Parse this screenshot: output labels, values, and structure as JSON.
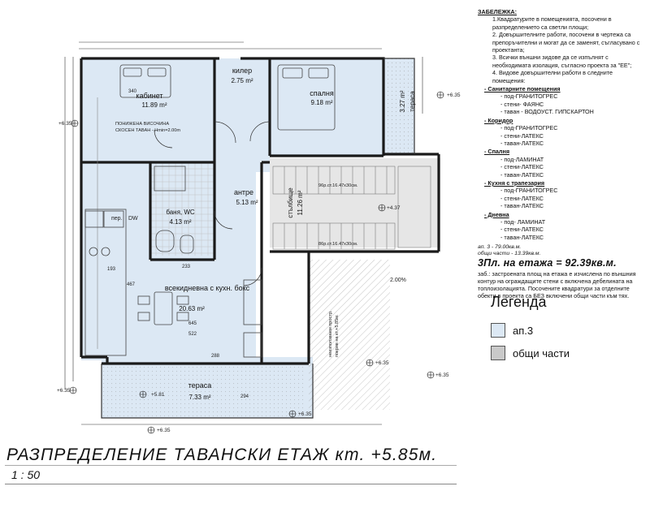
{
  "notes": {
    "heading": "ЗАБЕЛЕЖКА:",
    "items": [
      "1.Квадратурите в помещенията, посочени в разпределението са светли площи;",
      "2. Довършителните работи, посочени в чертежа са препоръчителни и могат да се заменят, съгласувано с проектанта;",
      "3. Всички външни зидове да се изпълнят с необходимата изолация, съгласно проекта за \"ЕЕ\";",
      "4. Видове довършителни работи в следните помещения:"
    ],
    "sections": [
      {
        "name": "- Санитарните помещения",
        "lines": [
          "- под-ГРАНИТОГРЕС",
          "- стени- ФАЯНС",
          "- таван - ВОДОУСТ. ГИПСКАРТОН"
        ]
      },
      {
        "name": "- Коридор",
        "lines": [
          "- под-ГРАНИТОГРЕС",
          "- стени-ЛАТЕКС",
          "- таван-ЛАТЕКС"
        ]
      },
      {
        "name": "- Спалня",
        "lines": [
          "- под-ЛАМИНАТ",
          "- стени-ЛАТЕКС",
          "- таван-ЛАТЕКС"
        ]
      },
      {
        "name": "- Кухня с трапезария",
        "lines": [
          "- под-ГРАНИТОГРЕС",
          "- стени-ЛАТЕКС",
          "- таван-ЛАТЕКС"
        ]
      },
      {
        "name": "- Дневна",
        "lines": [
          "- под- ЛАМИНАТ",
          "- стени-ЛАТЕКС",
          "- таван-ЛАТЕКС"
        ]
      }
    ],
    "area_ap": "ап. 3 - 79.00кв.м.",
    "area_common": "общи части - 13.39кв.м.",
    "area_total": "3Пл. на етажа = 92.39кв.м.",
    "footnote": "заб.: застроената площ на етажа е изчислена по външния контур на ограждащите стени с включена дебелината на топлоизолацията. Посочените квадратури за отделните обекти в проекта са БЕЗ включени общи части към тях."
  },
  "legend": {
    "title": "Легенда",
    "items": [
      {
        "label": "ап.3",
        "color": "#dce8f4"
      },
      {
        "label": "общи части",
        "color": "#c9c9c9"
      }
    ]
  },
  "title": "РАЗПРЕДЕЛЕНИЕ ТАВАНСКИ ЕТАЖ кт. +5.85м.",
  "scale": "1 : 50",
  "rooms": {
    "cabinet": {
      "name": "кабинет",
      "area": "11.89 m²"
    },
    "kiler": {
      "name": "килер",
      "area": "2.75 m²"
    },
    "bedroom": {
      "name": "спалня",
      "area": "9.18 m²"
    },
    "terrace_right": {
      "name": "тераса",
      "area": "3.27 m²"
    },
    "entrance": {
      "name": "антре",
      "area": "5.13 m²"
    },
    "bath": {
      "name": "баня, WC",
      "area": "4.13 m²"
    },
    "stair": {
      "name": "стълбище",
      "area": "11.26 m²"
    },
    "living": {
      "name": "всекидневна с кухн. бокс",
      "area": "20.63 m²"
    },
    "terrace_bottom": {
      "name": "тераса",
      "area": "7.33 m²"
    }
  },
  "plan_labels": {
    "low_ceiling": "ПОНИЖЕНА ВИСОЧИНА",
    "low_ceiling_2": "СКОСЕН ТАВАН - Hmin=2.00m",
    "stair_up": "96р.ст.16.47х30см.",
    "stair_down": "86р.ст.16.47х30см.",
    "slope": "2.00%",
    "unused_space": "неизползваем простр.",
    "unused_space_2": "покрив на кт.+5.85м.",
    "appliance_1": "пер.",
    "appliance_2": "DW",
    "level_1": "+6.35",
    "level_2": "+4.37",
    "level_3": "+5.81",
    "dim_1": "340",
    "dim_2": "522",
    "dim_3": "294",
    "dim_4": "467",
    "dim_5": "645",
    "dim_6": "233",
    "dim_7": "193",
    "dim_8": "288"
  }
}
